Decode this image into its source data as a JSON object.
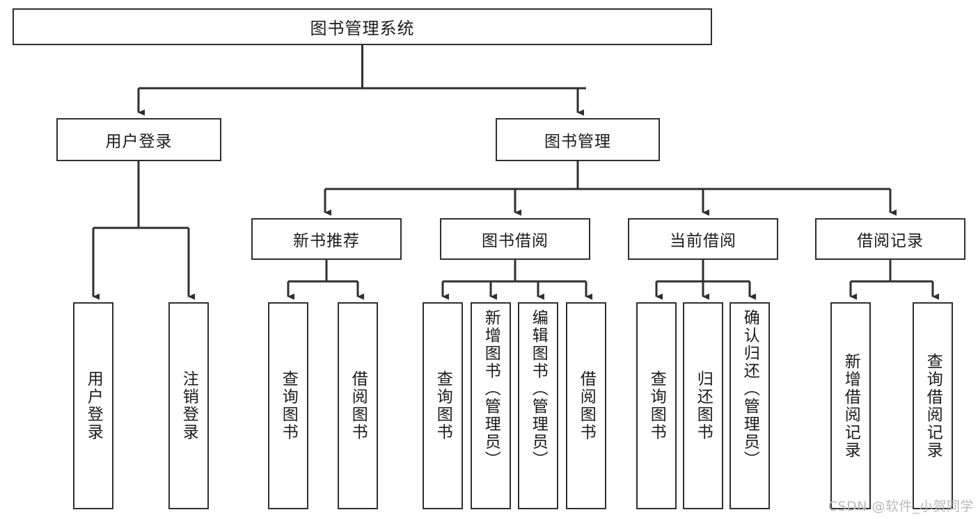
{
  "diagram": {
    "title": "图书管理系统",
    "type": "tree-hierarchy-diagram",
    "colors": {
      "stroke": "#2f2f2f",
      "fill": "#ffffff",
      "text": "#1a1a1a",
      "watermark": "#b9b9b9"
    },
    "root": {
      "label": "图书管理系统"
    },
    "level2": [
      {
        "label": "用户登录"
      },
      {
        "label": "图书管理"
      }
    ],
    "level3": [
      {
        "label": "新书推荐"
      },
      {
        "label": "图书借阅"
      },
      {
        "label": "当前借阅"
      },
      {
        "label": "借阅记录"
      }
    ],
    "leaves": {
      "user_login": [
        {
          "label": "用户登录"
        },
        {
          "label": "注销登录"
        }
      ],
      "new_book": [
        {
          "label": "查询图书"
        },
        {
          "label": "借阅图书"
        }
      ],
      "book_borrow": [
        {
          "label": "查询图书"
        },
        {
          "label": "新增图书（管理员）"
        },
        {
          "label": "编辑图书（管理员）"
        },
        {
          "label": "借阅图书"
        }
      ],
      "current_borrow": [
        {
          "label": "查询图书"
        },
        {
          "label": "归还图书"
        },
        {
          "label": "确认归还（管理员）"
        }
      ],
      "borrow_record": [
        {
          "label": "新增借阅记录"
        },
        {
          "label": "查询借阅记录"
        }
      ]
    }
  },
  "watermark": {
    "text": "CSDN @软件_小贺同学"
  }
}
